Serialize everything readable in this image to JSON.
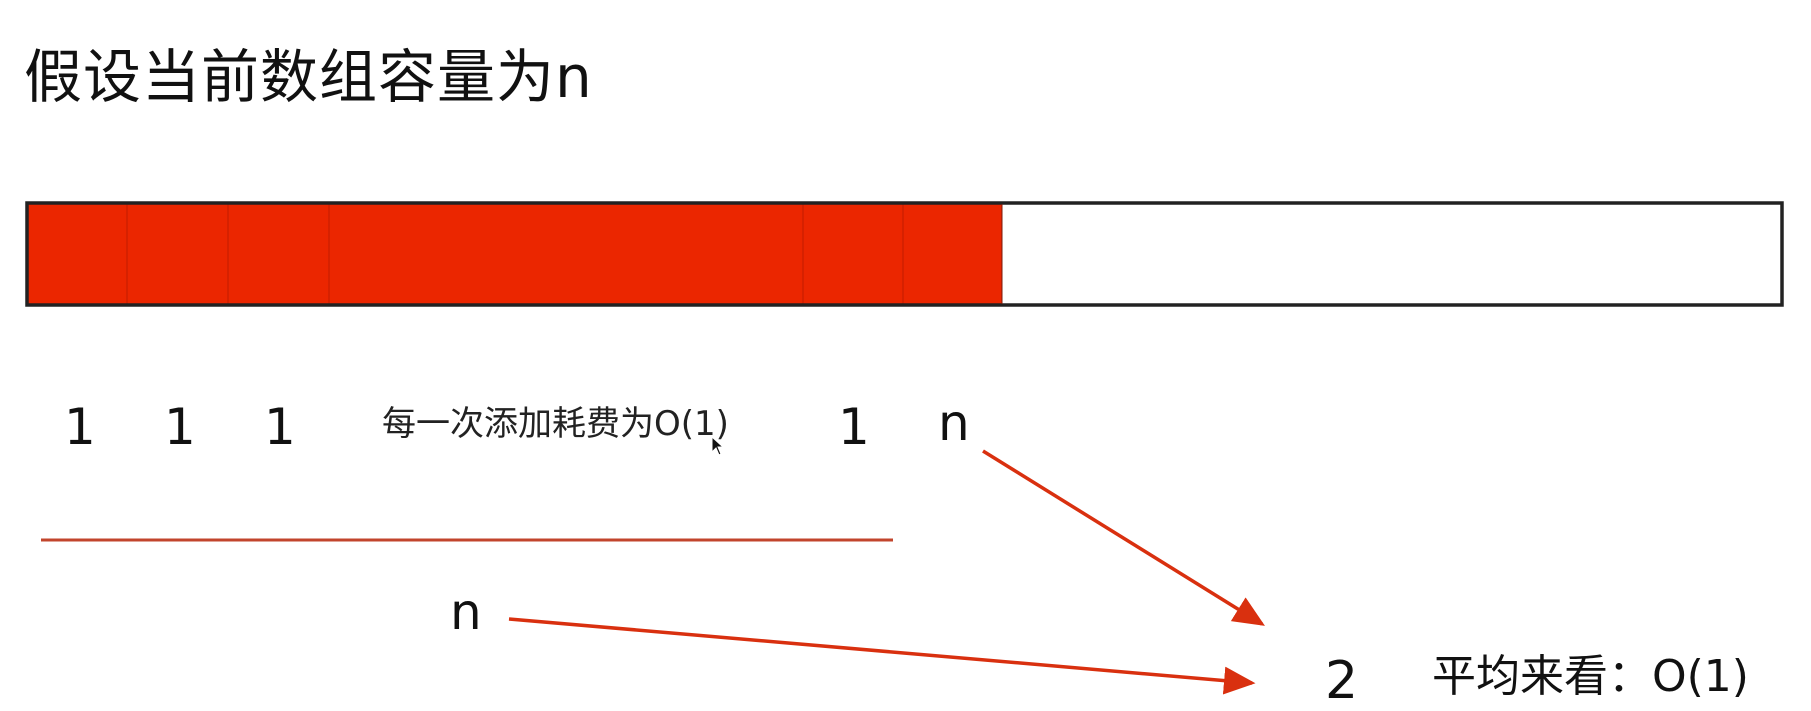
{
  "title": "假设当前数组容量为n",
  "array": {
    "capacity_label": "n",
    "filled_cells": 10,
    "fill_color": "#EB2600",
    "border_color": "#222222",
    "empty_color": "#FFFFFF"
  },
  "costs": {
    "items": [
      "1",
      "1",
      "1",
      "1",
      "n"
    ],
    "note": "每一次添加耗费为O(1)"
  },
  "sum": {
    "numerator_label": "n",
    "result": "2",
    "conclusion": "平均来看：O(1)"
  },
  "colors": {
    "arrow": "#D9300F",
    "underline": "#C2452C"
  }
}
